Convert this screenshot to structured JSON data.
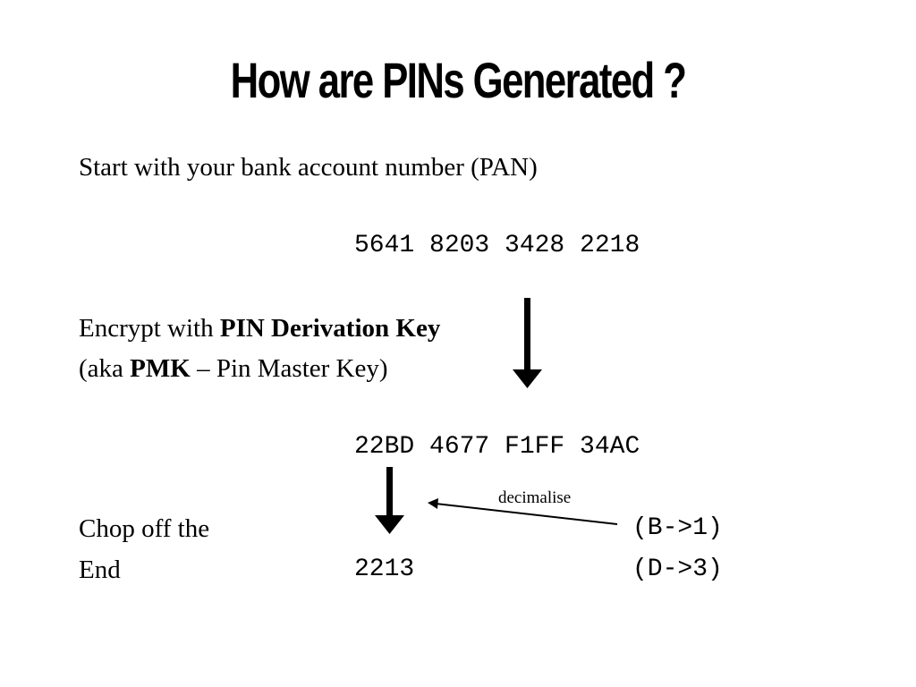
{
  "slide": {
    "title": "How are PINs Generated ?",
    "step1": {
      "text": "Start with your bank account number (PAN)"
    },
    "pan_value": "5641 8203 3428 2218",
    "step2": {
      "line1_prefix": "Encrypt with ",
      "line1_bold": "PIN Derivation Key",
      "line2_prefix": "(aka ",
      "line2_bold": "PMK",
      "line2_suffix": " – Pin Master Key)"
    },
    "encrypted_value": "22BD 4677 F1FF 34AC",
    "annotation": "decimalise",
    "step3": {
      "line1": "Chop off the",
      "line2": "End"
    },
    "pin_value": "2213",
    "mapping": [
      "(B->1)",
      "(D->3)"
    ],
    "colors": {
      "text": "#000000",
      "background": "#ffffff"
    },
    "icons": [
      "arrow-down-icon",
      "arrow-down-icon",
      "arrow-pointer-icon"
    ]
  }
}
